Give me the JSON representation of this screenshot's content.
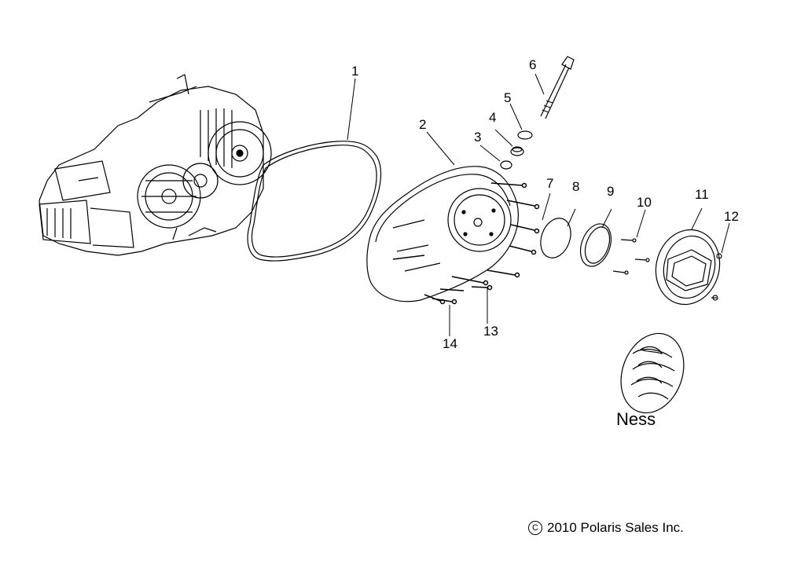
{
  "callouts": [
    {
      "number": "1"
    },
    {
      "number": "2"
    },
    {
      "number": "3"
    },
    {
      "number": "4"
    },
    {
      "number": "5"
    },
    {
      "number": "6"
    },
    {
      "number": "7"
    },
    {
      "number": "8"
    },
    {
      "number": "9"
    },
    {
      "number": "10"
    },
    {
      "number": "11"
    },
    {
      "number": "12"
    },
    {
      "number": "13"
    },
    {
      "number": "14"
    }
  ],
  "brand_label": "Ness",
  "copyright": {
    "symbol": "C",
    "text": "2010 Polaris Sales Inc."
  }
}
